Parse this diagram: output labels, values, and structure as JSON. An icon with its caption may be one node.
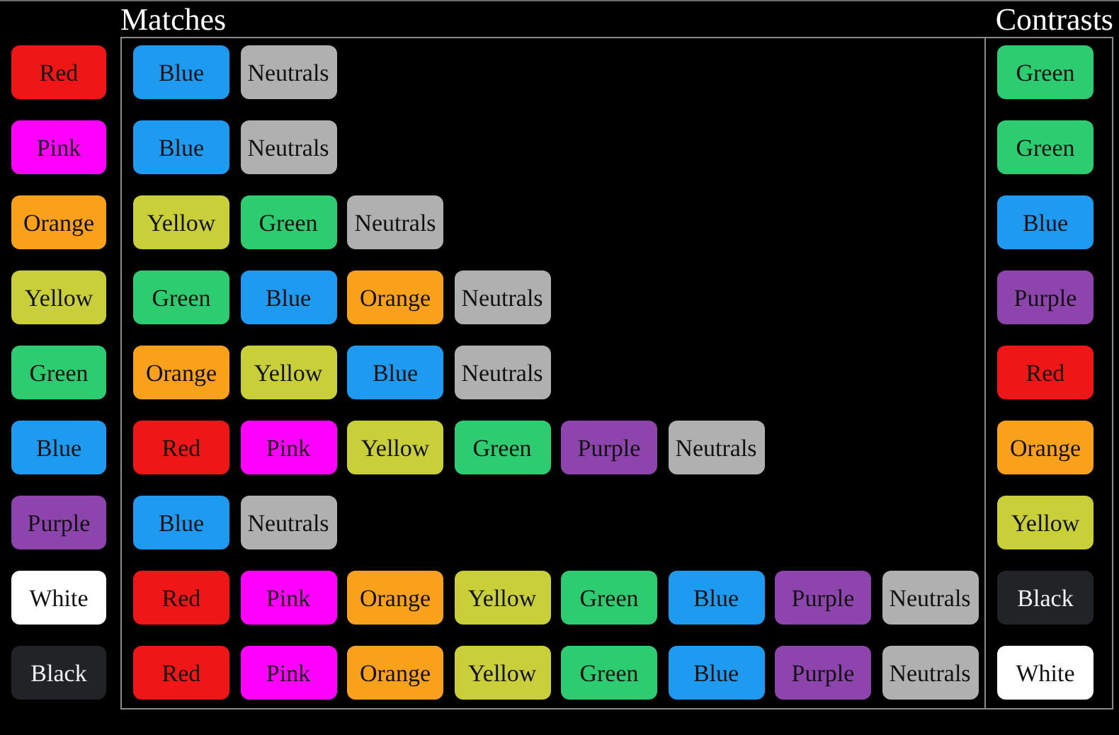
{
  "diagram": {
    "nodes": [
      {
        "text": [
          "Red"
        ]
      },
      {
        "text": [
          "Pink"
        ]
      },
      {
        "text": [
          "Orange"
        ]
      },
      {
        "text": [
          "Yellow"
        ]
      },
      {
        "text": [
          "Green"
        ]
      },
      {
        "text": [
          "Blue"
        ]
      },
      {
        "text": [
          "Purple"
        ]
      },
      {
        "text": [
          "White"
        ]
      },
      {
        "text": [
          "Black"
        ]
      },
      {
        "text": [
          "Matches"
        ]
      },
      {
        "text": [
          "Blue"
        ],
        "in": 9
      },
      {
        "text": [
          "Neutrals"
        ],
        "in": 9
      },
      {
        "text": [
          "Blue"
        ],
        "in": 9
      },
      {
        "text": [
          "Neutrals"
        ],
        "in": 9
      },
      {
        "text": [
          "Yellow"
        ],
        "in": 9
      },
      {
        "text": [
          "Green"
        ],
        "in": 9
      },
      {
        "text": [
          "Neutrals"
        ],
        "in": 9
      },
      {
        "text": [
          "Green"
        ],
        "in": 9
      },
      {
        "text": [
          "Blue"
        ],
        "in": 9
      },
      {
        "text": [
          "Orange"
        ],
        "in": 9
      },
      {
        "text": [
          "Neutrals"
        ],
        "in": 9
      },
      {
        "text": [
          "Orange"
        ],
        "in": 9
      },
      {
        "text": [
          "Yellow"
        ],
        "in": 9
      },
      {
        "text": [
          "Blue"
        ],
        "in": 9
      },
      {
        "text": [
          "Neutrals"
        ],
        "in": 9
      },
      {
        "text": [
          "Red"
        ],
        "in": 9
      },
      {
        "text": [
          "Pink"
        ],
        "in": 9
      },
      {
        "text": [
          "Yellow"
        ],
        "in": 9
      },
      {
        "text": [
          "Green"
        ],
        "in": 9
      },
      {
        "text": [
          "Purple"
        ],
        "in": 9
      },
      {
        "text": [
          "Neutrals"
        ],
        "in": 9
      },
      {
        "text": [
          "Blue"
        ],
        "in": 9
      },
      {
        "text": [
          "Neutrals"
        ],
        "in": 9
      },
      {
        "text": [
          "Red"
        ],
        "in": 9
      },
      {
        "text": [
          "Pink"
        ],
        "in": 9
      },
      {
        "text": [
          "Orange"
        ],
        "in": 9
      },
      {
        "text": [
          "Yellow"
        ],
        "in": 9
      },
      {
        "text": [
          "Green"
        ],
        "in": 9
      },
      {
        "text": [
          "Blue"
        ],
        "in": 9
      },
      {
        "text": [
          "Purple"
        ],
        "in": 9
      },
      {
        "text": [
          "Neutrals"
        ],
        "in": 9
      },
      {
        "text": [
          "Red"
        ],
        "in": 9
      },
      {
        "text": [
          "Pink"
        ],
        "in": 9
      },
      {
        "text": [
          "Orange"
        ],
        "in": 9
      },
      {
        "text": [
          "Yellow"
        ],
        "in": 9
      },
      {
        "text": [
          "Green"
        ],
        "in": 9
      },
      {
        "text": [
          "Blue"
        ],
        "in": 9
      },
      {
        "text": [
          "Purple"
        ],
        "in": 9
      },
      {
        "text": [
          "Neutrals"
        ],
        "in": 9
      },
      {
        "text": [
          "Contrasts"
        ]
      },
      {
        "text": [
          "Green"
        ],
        "in": 49
      },
      {
        "text": [
          "Green"
        ],
        "in": 49
      },
      {
        "text": [
          "Blue"
        ],
        "in": 49
      },
      {
        "text": [
          "Purple"
        ],
        "in": 49
      },
      {
        "text": [
          "Red"
        ],
        "in": 49
      },
      {
        "text": [
          "Orange"
        ],
        "in": 49
      },
      {
        "text": [
          "Yellow"
        ],
        "in": 49
      },
      {
        "text": [
          "Black"
        ],
        "in": 49
      },
      {
        "text": [
          "White"
        ],
        "in": 49
      }
    ]
  }
}
